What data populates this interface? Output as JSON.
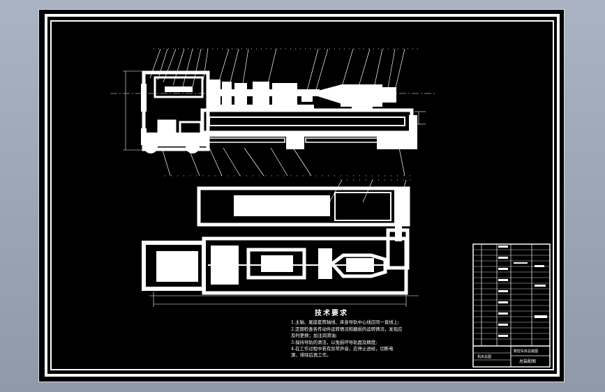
{
  "app": {
    "background_color": "#9aa4b5",
    "sheet_color": "#000000",
    "line_color": "#ffffff"
  },
  "technical_requirements": {
    "title": "技术要求",
    "lines": [
      "1.主轴、尾座套筒轴线、床身导轨中心线应同一直线上;",
      "2.定期检查各传动件运转情况和磨损的运转情况，发现应",
      "  及时更换；加注润滑油;",
      "3.保持导轨的清洁，以免损坏导轨面及精度;",
      "4.在工作过程中若有异常声音，应停止进给，切断电",
      "  源，排除后再工作。"
    ]
  },
  "title_block": {
    "drawing_name": "总装配图",
    "lines": [
      "数控车床总装图",
      "机床总图"
    ]
  }
}
